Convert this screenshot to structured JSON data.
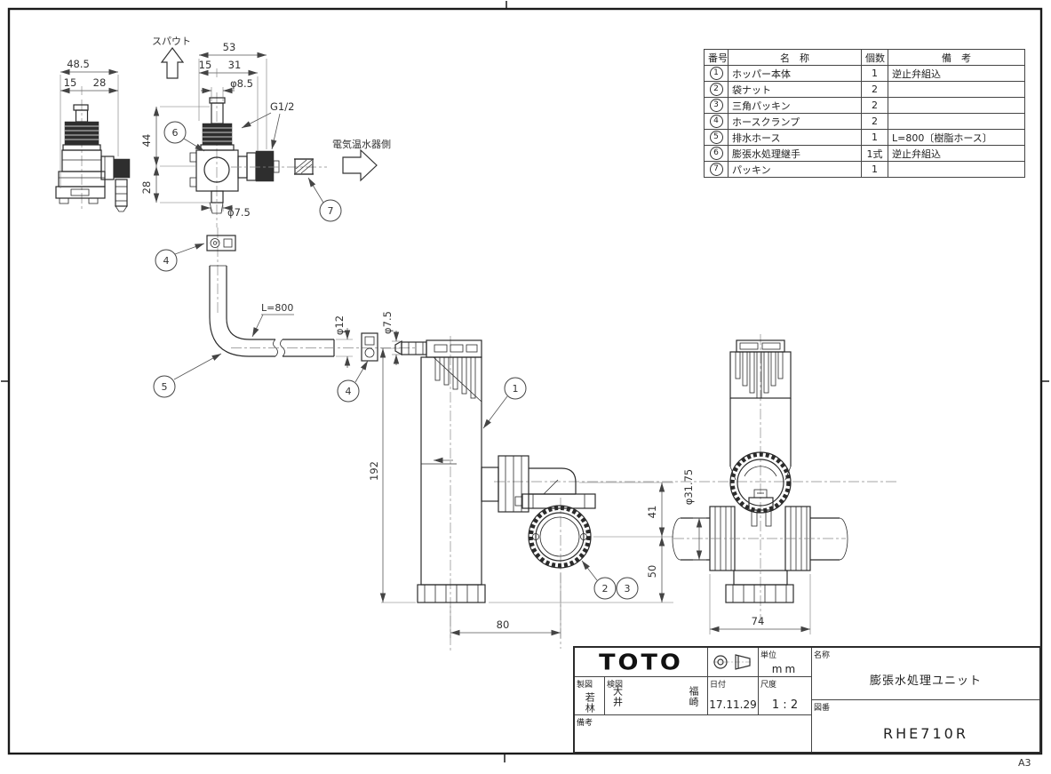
{
  "sheet": {
    "size_label": "A3"
  },
  "parts_table": {
    "headers": {
      "no": "番号",
      "name": "名　称",
      "qty": "個数",
      "remarks": "備　考"
    },
    "rows": [
      {
        "no": "1",
        "name": "ホッパー本体",
        "qty": "1",
        "remarks": "逆止弁組込"
      },
      {
        "no": "2",
        "name": "袋ナット",
        "qty": "2",
        "remarks": ""
      },
      {
        "no": "3",
        "name": "三角パッキン",
        "qty": "2",
        "remarks": ""
      },
      {
        "no": "4",
        "name": "ホースクランプ",
        "qty": "2",
        "remarks": ""
      },
      {
        "no": "5",
        "name": "排水ホース",
        "qty": "1",
        "remarks": "L=800〔樹脂ホース〕"
      },
      {
        "no": "6",
        "name": "膨張水処理継手",
        "qty": "1式",
        "remarks": "逆止弁組込"
      },
      {
        "no": "7",
        "name": "パッキン",
        "qty": "1",
        "remarks": ""
      }
    ]
  },
  "title_block": {
    "logo": "TOTO",
    "unit_label": "単位",
    "unit_value": "mm",
    "drafter_label": "製図",
    "drafter": "若林",
    "checker_label": "検図",
    "checker_1": "大井",
    "checker_2": "福崎",
    "date_label": "日付",
    "date_value": "17.11.29",
    "scale_label": "尺度",
    "scale_value": "1 : 2",
    "remarks_label": "備考",
    "remarks_value": "",
    "name_label": "名称",
    "name_value": "膨張水処理ユニット",
    "drawing_no_label": "図番",
    "drawing_no_value": "RHE710R"
  },
  "drawing": {
    "labels": {
      "spout": "スパウト",
      "heater_side": "電気温水器側",
      "hose_length": "L=800"
    },
    "balloons": {
      "n1": "1",
      "n2": "2",
      "n3": "3",
      "n4": "4",
      "n5": "5",
      "n6": "6",
      "n7": "7"
    },
    "dims": {
      "left_width": "48.5",
      "left_15": "15",
      "left_28": "28",
      "front_53": "53",
      "front_15": "15",
      "front_31": "31",
      "front_d85": "φ8.5",
      "front_thread": "G1/2",
      "front_44": "44",
      "front_28": "28",
      "front_d75": "φ7.5",
      "hose_d12": "φ12",
      "hose_d75": "φ7.5",
      "main_192": "192",
      "main_41": "41",
      "main_50": "50",
      "main_80": "80",
      "side_d3175": "φ31.75",
      "side_74": "74"
    }
  }
}
